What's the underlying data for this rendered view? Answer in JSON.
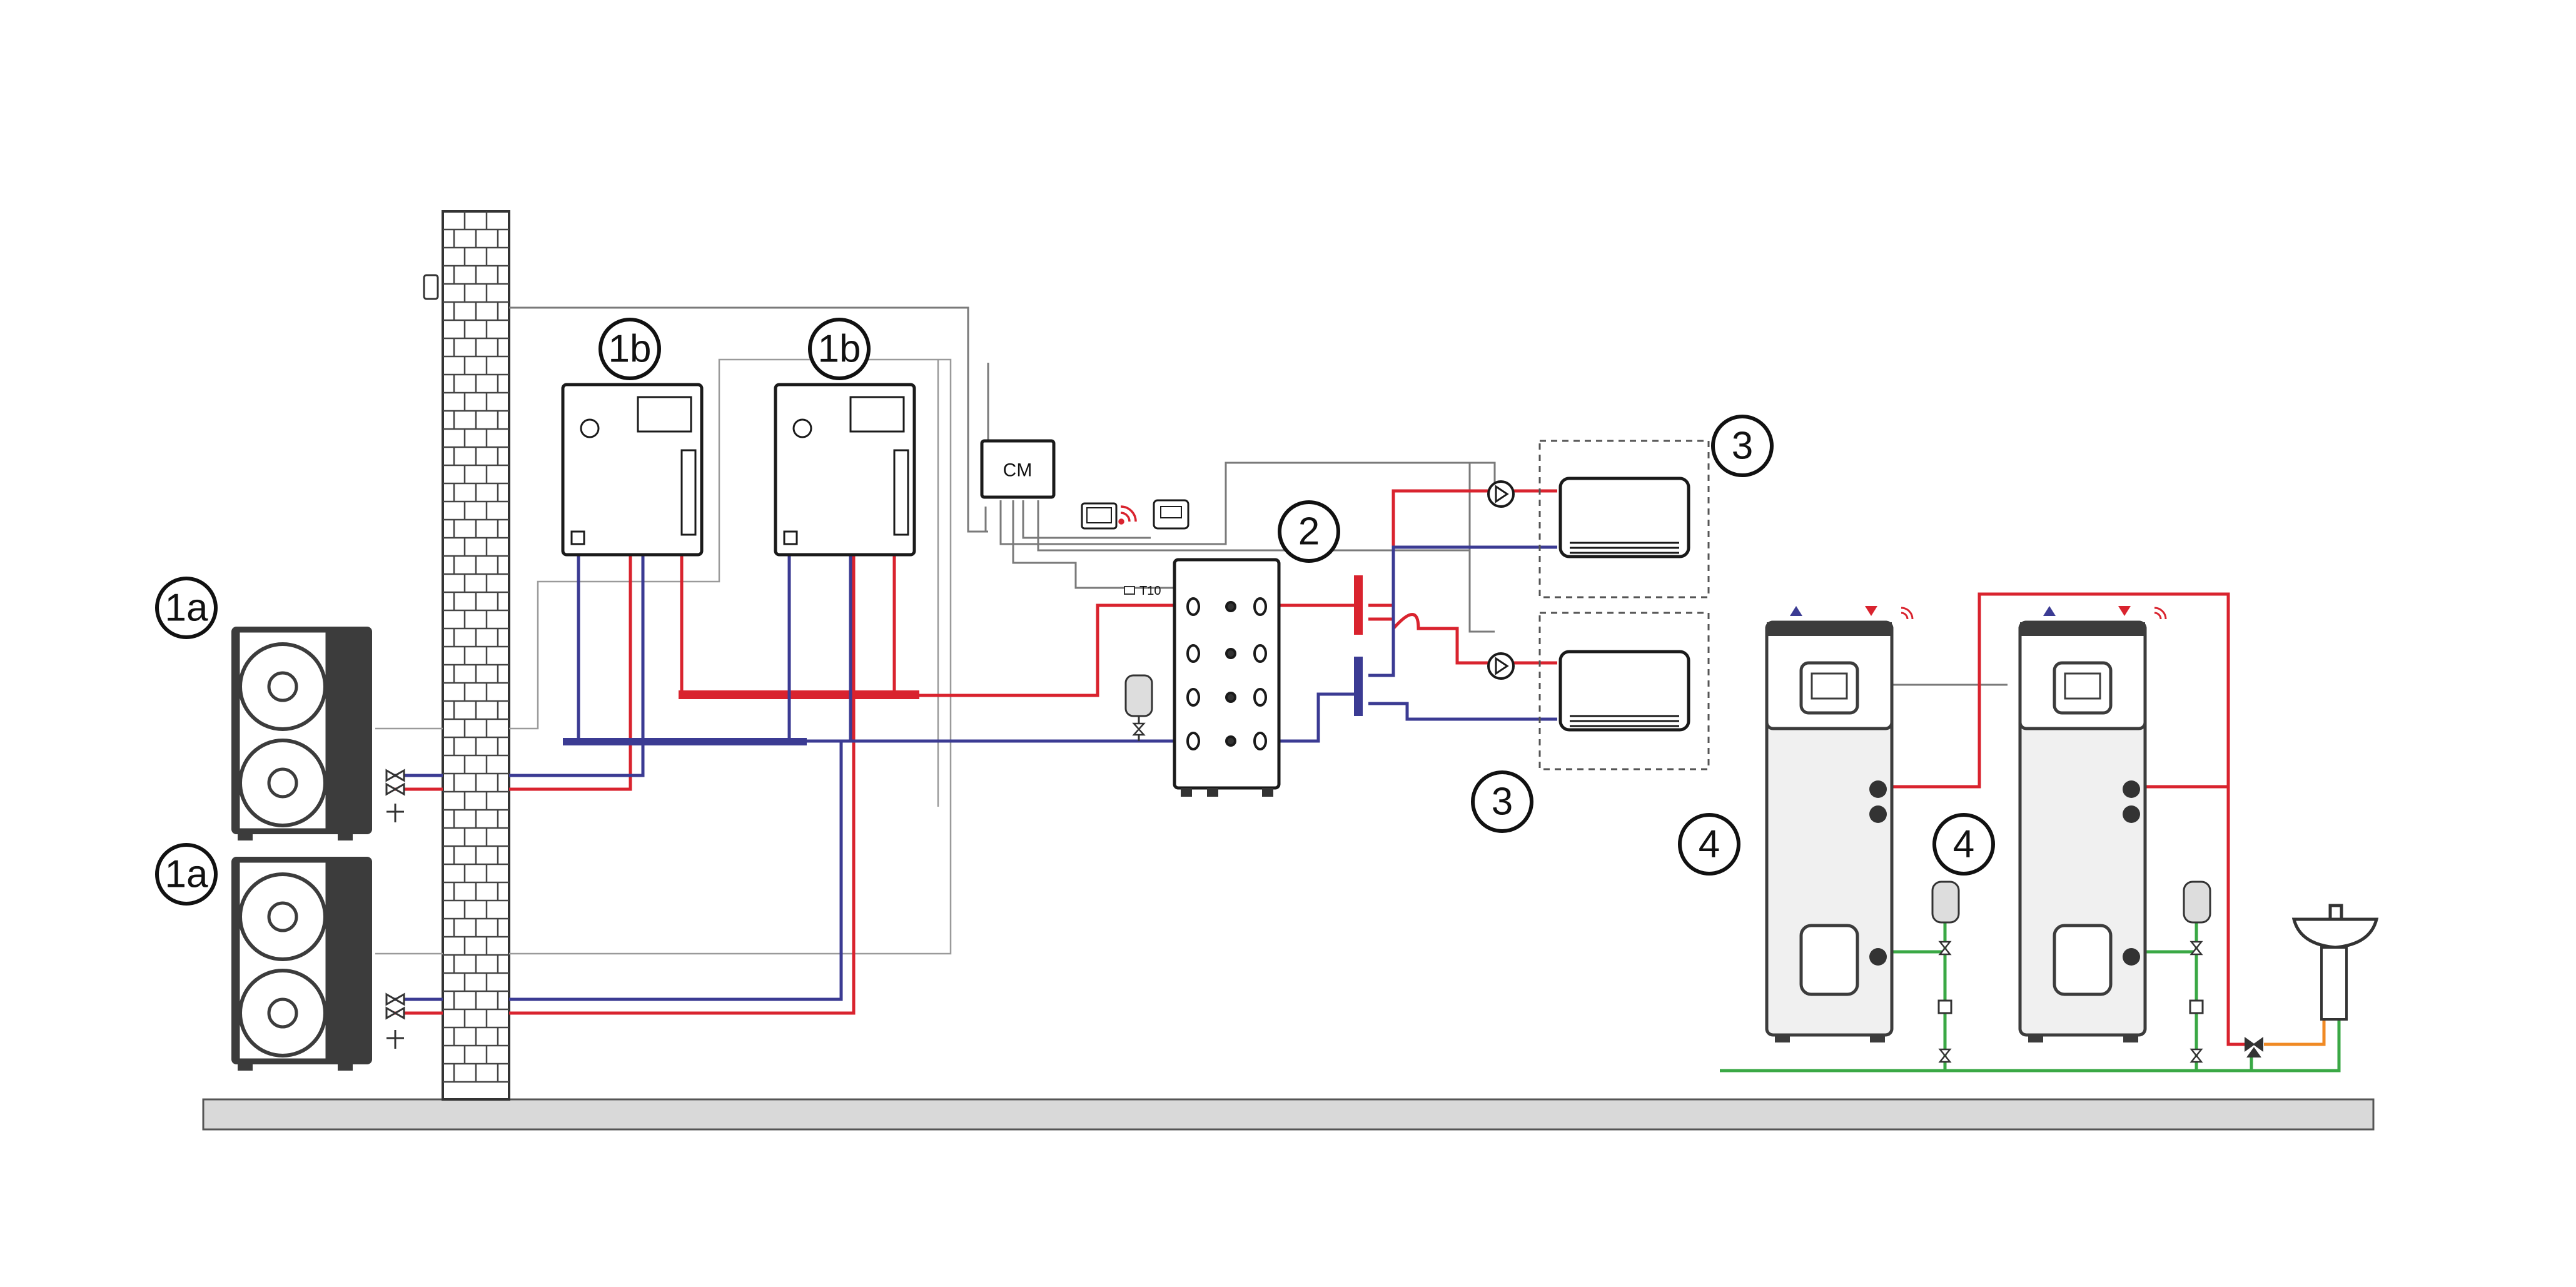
{
  "labels": {
    "outdoor_unit_top": "1a",
    "outdoor_unit_bottom": "1a",
    "indoor_unit_left": "1b",
    "indoor_unit_right": "1b",
    "buffer_tank": "2",
    "fan_coil_top": "3",
    "fan_coil_bottom": "3",
    "dhw_tank_left": "4",
    "dhw_tank_right": "4"
  },
  "controller_label": "CM",
  "sensor_label": "T10",
  "colors": {
    "hot_pipe": "#d9232e",
    "cold_pipe": "#3b3b93",
    "domestic_cold_water": "#3aa845",
    "domestic_hot_water": "#f08a24",
    "control_wire": "#7a7a7a",
    "floor": "#d9d9d9",
    "unit_body": "#3c3c3c"
  },
  "icons": [
    "wifi-icon",
    "pump-icon",
    "valve-icon",
    "thermostat-icon",
    "expansion-vessel-icon",
    "sink-icon",
    "mixing-valve-icon"
  ]
}
